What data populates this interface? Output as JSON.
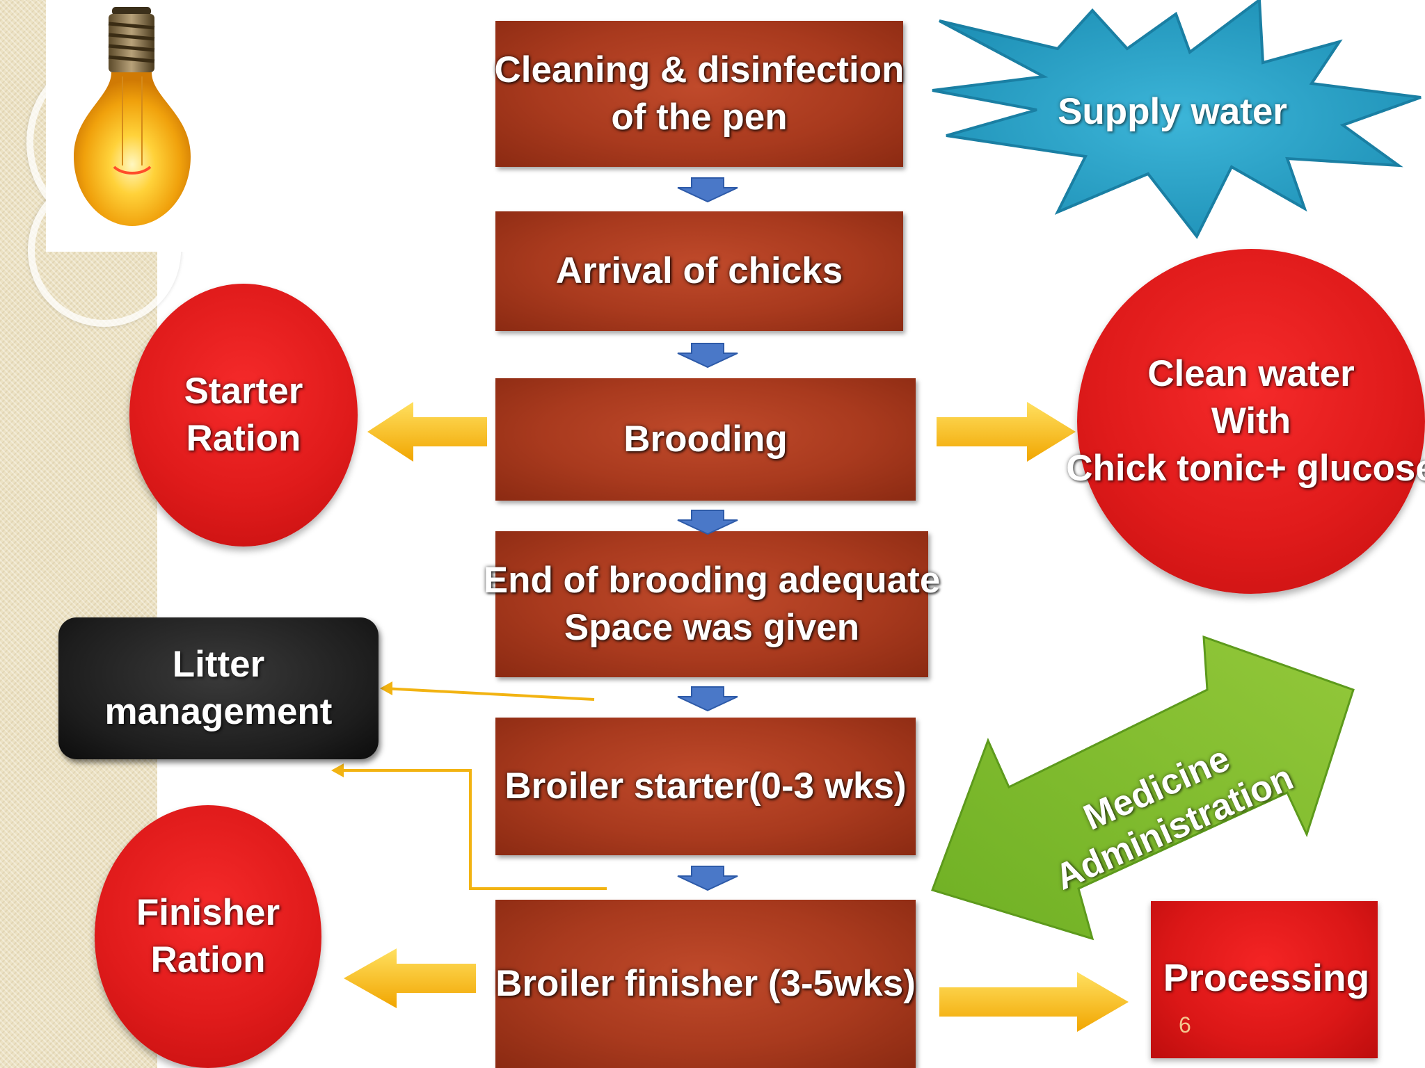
{
  "flow": {
    "step1": {
      "line1": "Cleaning & disinfection",
      "line2": "of the pen"
    },
    "step2": "Arrival of chicks",
    "step3": "Brooding",
    "step4": {
      "line1": "End of brooding adequate",
      "line2": "Space was given"
    },
    "step5": "Broiler starter(0-3 wks)",
    "step6": "Broiler finisher (3-5wks)"
  },
  "side": {
    "supply_water": "Supply water",
    "starter_ration": {
      "line1": "Starter",
      "line2": "Ration"
    },
    "clean_water": {
      "line1": "Clean water",
      "line2": "With",
      "line3": "Chick tonic+ glucose"
    },
    "litter_management": {
      "line1": "Litter",
      "line2": "management"
    },
    "medicine": {
      "line1": "Medicine",
      "line2": "Administration"
    },
    "finisher_ration": {
      "line1": "Finisher",
      "line2": "Ration"
    },
    "processing": "Processing"
  },
  "slide_number": "6",
  "colors": {
    "box": "#a93a1e",
    "circle": "#e01b1b",
    "star": "#2aa3c7",
    "green_arrow": "#78b82a",
    "yellow_arrow": "#f6b40e",
    "down_arrow": "#4a78c8",
    "litter_box": "#1d1d1d"
  },
  "icons": [
    "light-bulb-icon"
  ]
}
